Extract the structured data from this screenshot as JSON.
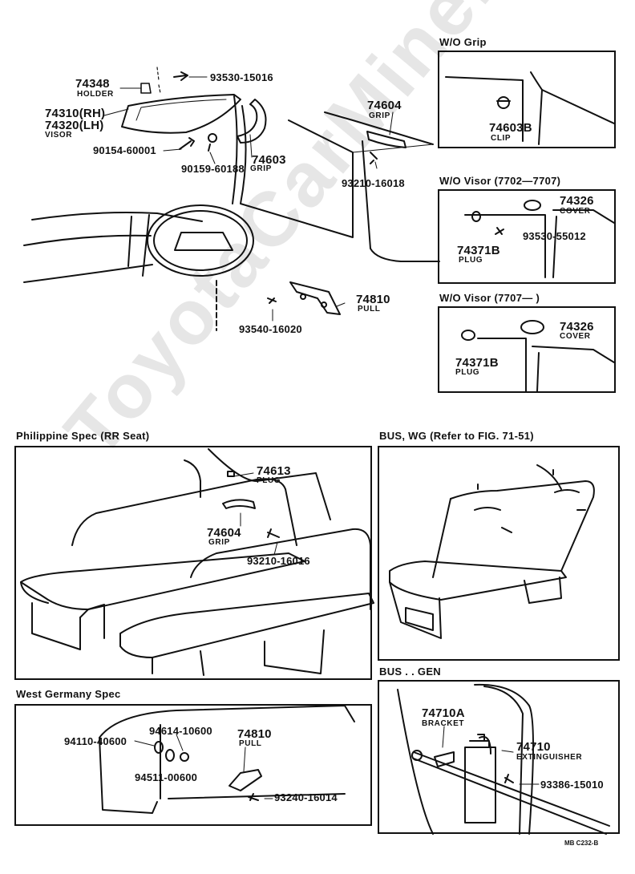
{
  "watermark": "ToyotaCarMine.ru",
  "sections": {
    "wo_grip": "W/O Grip",
    "wo_visor_1": "W/O Visor (7702—7707)",
    "wo_visor_2": "W/O Visor (7707—        )",
    "philippine": "Philippine Spec (RR Seat)",
    "bus_wg": "BUS, WG (Refer to FIG. 71-51)",
    "west_germany": "West Germany Spec",
    "bus_gen": "BUS . . GEN"
  },
  "main": {
    "p74348": "74348",
    "holder": "HOLDER",
    "p93530_15016": "93530-15016",
    "p74310": "74310(RH)",
    "p74320": "74320(LH)",
    "visor": "VISOR",
    "p90154": "90154-60001",
    "p90159": "90159-60188",
    "p74603": "74603",
    "grip1": "GRIP",
    "p74604": "74604",
    "grip2": "GRIP",
    "p93210_16018": "93210-16018",
    "p74810": "74810",
    "pull": "PULL",
    "p93540": "93540-16020"
  },
  "wo_grip_box": {
    "p74603b": "74603B",
    "clip": "CLIP"
  },
  "wo_visor1_box": {
    "p74326": "74326",
    "cover": "COVER",
    "p74371b": "74371B",
    "plug": "PLUG",
    "p93530_55012": "93530-55012"
  },
  "wo_visor2_box": {
    "p74326": "74326",
    "cover": "COVER",
    "p74371b": "74371B",
    "plug": "PLUG"
  },
  "phil_box": {
    "p74613": "74613",
    "plug": "PLUG",
    "p74604": "74604",
    "grip": "GRIP",
    "p93210_16016": "93210-16016"
  },
  "wg_box": {
    "p94110": "94110-40600",
    "p94614": "94614-10600",
    "p94511": "94511-00600",
    "p74810": "74810",
    "pull": "PULL",
    "p93240": "93240-16014"
  },
  "gen_box": {
    "p74710a": "74710A",
    "bracket": "BRACKET",
    "p74710": "74710",
    "extinguisher": "EXTINGUISHER",
    "p93386": "93386-15010"
  },
  "footer_code": "MB  C232-B"
}
